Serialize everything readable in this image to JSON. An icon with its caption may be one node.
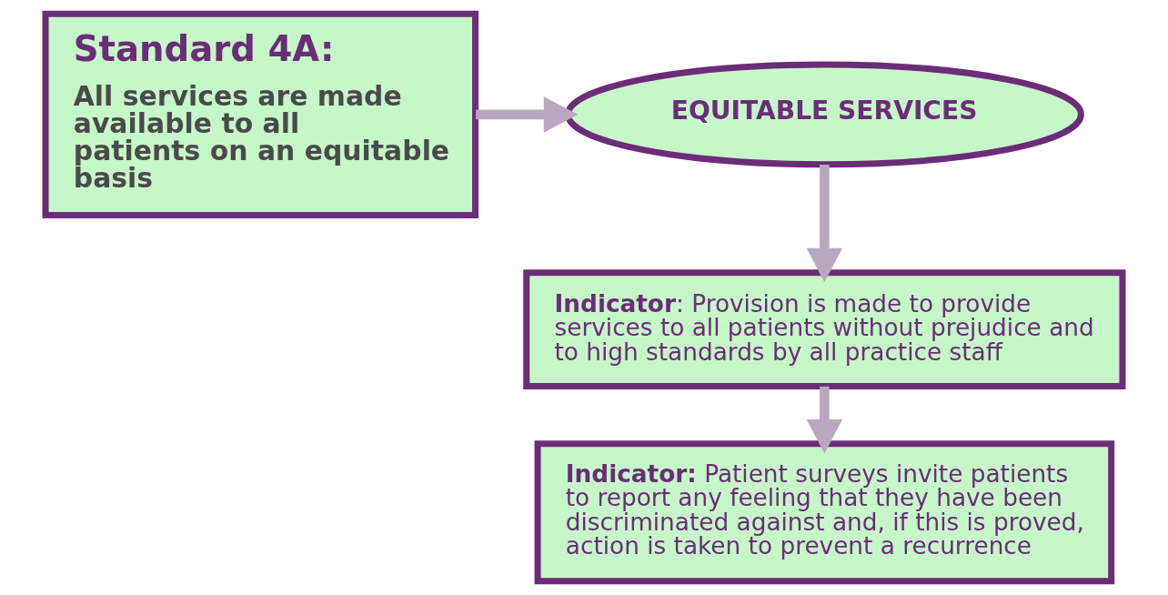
{
  "diagram": {
    "nodes": [
      {
        "text": [
          "Standard 4A:",
          "All services are made available to all patients on an equitable basis"
        ]
      },
      {
        "text": [
          "EQUITABLE SERVICES"
        ]
      },
      {
        "text": [
          "**Indicator**: Provision is made to provide services to all patients without prejudice and to high standards by all practice staff"
        ]
      },
      {
        "text": [
          "**Indicator:** Patient surveys invite patients to report any feeling that they have been discriminated against and, if this is proved, action is taken to prevent a recurrence"
        ]
      }
    ],
    "edges": [
      {
        "from": 0,
        "to": 1,
        "arrow": "to"
      },
      {
        "from": 1,
        "to": 2,
        "arrow": "to"
      },
      {
        "from": 2,
        "to": 3,
        "arrow": "to"
      }
    ]
  }
}
